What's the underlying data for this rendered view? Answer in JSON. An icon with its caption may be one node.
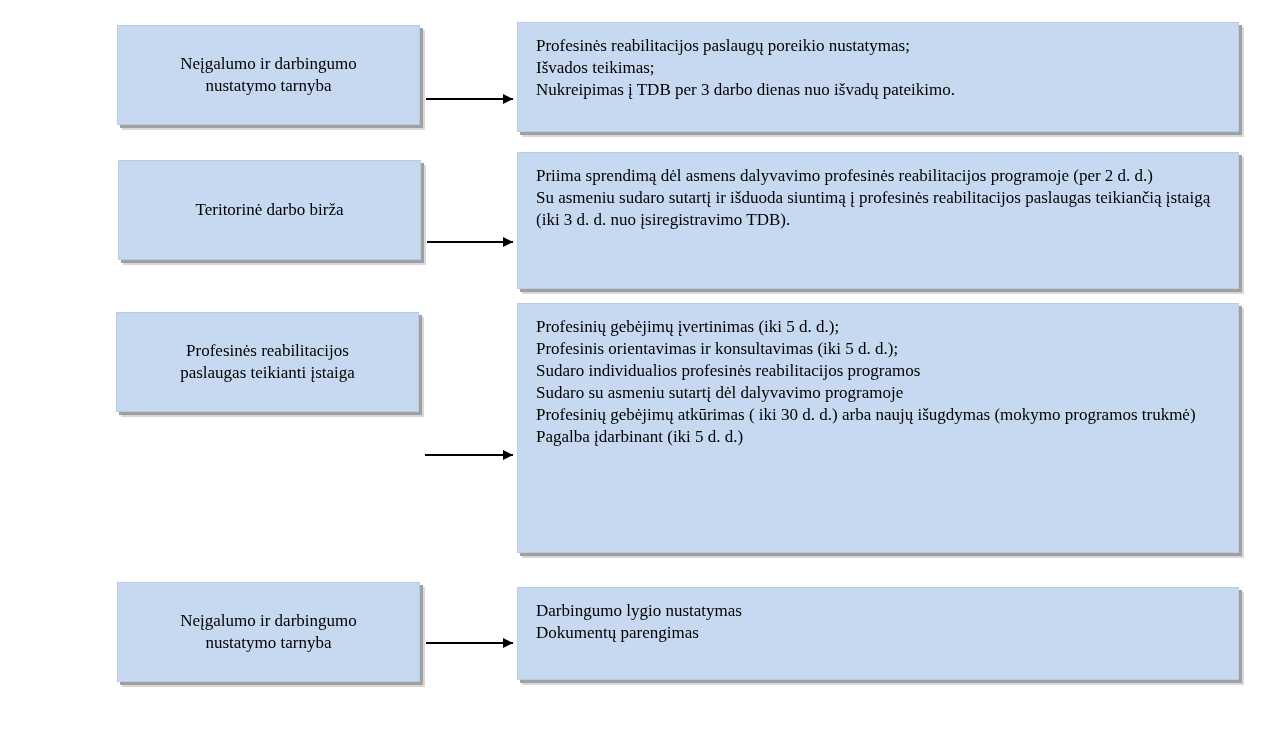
{
  "diagram": {
    "nodes": [
      {
        "text": [
          "Neįgalumo ir darbingumo nustatymo tarnyba"
        ]
      },
      {
        "text": [
          "Profesinės reabilitacijos paslaugų poreikio nustatymas;",
          "Išvados teikimas;",
          "Nukreipimas į TDB per 3 darbo dienas nuo išvadų pateikimo."
        ]
      },
      {
        "text": [
          "Teritorinė darbo birža"
        ]
      },
      {
        "text": [
          "Priima sprendimą dėl asmens dalyvavimo profesinės reabilitacijos programoje (per 2 d. d.)",
          "Su asmeniu sudaro sutartį ir išduoda siuntimą į profesinės reabilitacijos paslaugas teikiančią įstaigą (iki 3 d. d. nuo įsiregistravimo TDB)."
        ]
      },
      {
        "text": [
          "Profesinės reabilitacijos paslaugas teikianti įstaiga"
        ]
      },
      {
        "text": [
          "Profesinių gebėjimų įvertinimas (iki 5 d. d.);",
          "Profesinis orientavimas ir konsultavimas (iki 5 d. d.);",
          "Sudaro individualios profesinės reabilitacijos programos",
          "Sudaro su asmeniu sutartį dėl dalyvavimo programoje",
          "Profesinių gebėjimų atkūrimas ( iki 30 d. d.) arba naujų išugdymas (mokymo programos trukmė)",
          "Pagalba įdarbinant (iki 5 d. d.)"
        ]
      },
      {
        "text": [
          "Neįgalumo ir darbingumo nustatymo tarnyba"
        ]
      },
      {
        "text": [
          "Darbingumo lygio nustatymas",
          "Dokumentų parengimas"
        ]
      }
    ],
    "edges": [
      {
        "from": 0,
        "to": 1,
        "arrow": "to"
      },
      {
        "from": 2,
        "to": 3,
        "arrow": "to"
      },
      {
        "from": 4,
        "to": 5,
        "arrow": "to"
      },
      {
        "from": 6,
        "to": 7,
        "arrow": "to"
      }
    ]
  }
}
